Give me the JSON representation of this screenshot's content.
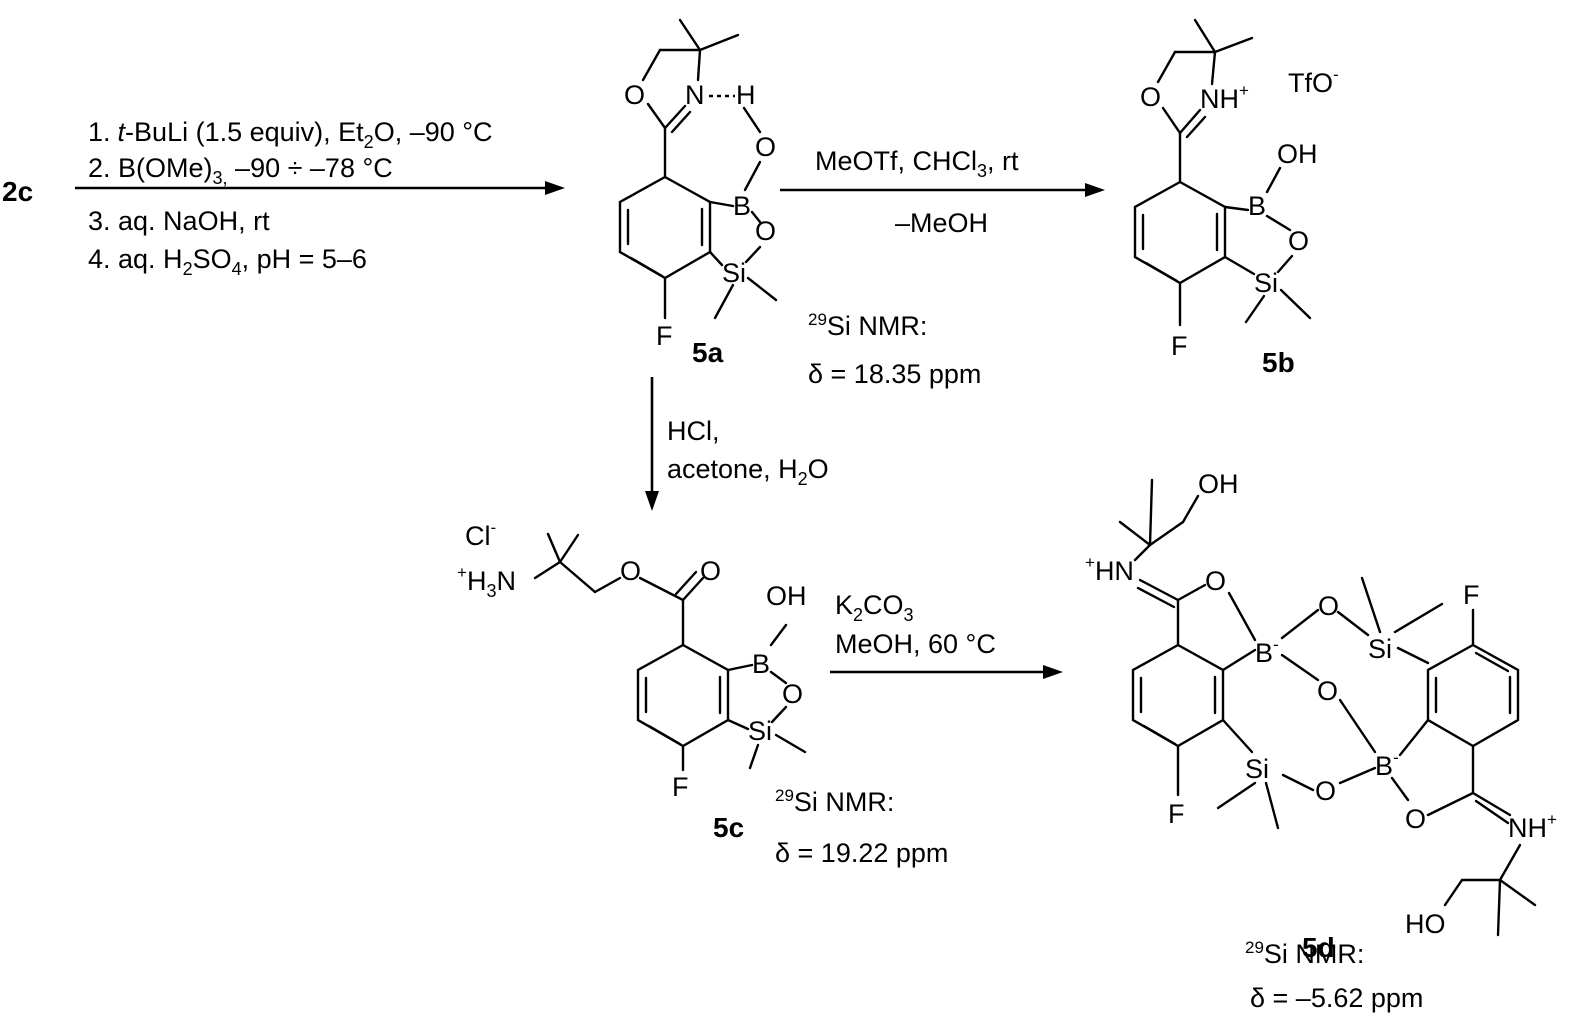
{
  "starting_material": "2c",
  "compound_labels": {
    "c5a": "5a",
    "c5b": "5b",
    "c5c": "5c",
    "c5d": "5d"
  },
  "reaction_step1": {
    "line1_num": "1.",
    "line1_italic": "t",
    "line1_a": "-BuLi (1.5 equiv), Et",
    "line1_sub": "2",
    "line1_b": "O, –90 °C",
    "line2_a": "2. B(OMe)",
    "line2_sub": "3,",
    "line2_b": " –90 ÷ –78 °C",
    "line3": "3. aq. NaOH, rt",
    "line4_a": "4. aq. H",
    "line4_sub1": "2",
    "line4_b": "SO",
    "line4_sub2": "4",
    "line4_c": ", pH = 5–6"
  },
  "reaction_step2": {
    "above_a": "MeOTf, CHCl",
    "above_sub": "3",
    "above_b": ", rt",
    "below": "–MeOH"
  },
  "reaction_step3": {
    "line1": "HCl,",
    "line2_a": "acetone, H",
    "line2_sub": "2",
    "line2_b": "O"
  },
  "reaction_step4": {
    "line1_a": "K",
    "line1_sub": "2",
    "line1_b": "CO",
    "line1_sub2": "3",
    "line2": "MeOH, 60 °C"
  },
  "nmr": {
    "isotope": "29",
    "label": "Si NMR:",
    "c5a_value": "δ = 18.35 ppm",
    "c5c_value": "δ = 19.22 ppm",
    "c5d_value": "δ = –5.62 ppm"
  },
  "atoms": {
    "O": "O",
    "N": "N",
    "H": "H",
    "B": "B",
    "Si": "Si",
    "F": "F",
    "OH": "OH",
    "HO": "HO",
    "NH": "NH",
    "HN": "HN",
    "H3N_H": "H",
    "H3N_3": "3",
    "H3N_N": "N",
    "plus": "+",
    "minus": "-",
    "Cl": "Cl",
    "TfO": "TfO"
  }
}
